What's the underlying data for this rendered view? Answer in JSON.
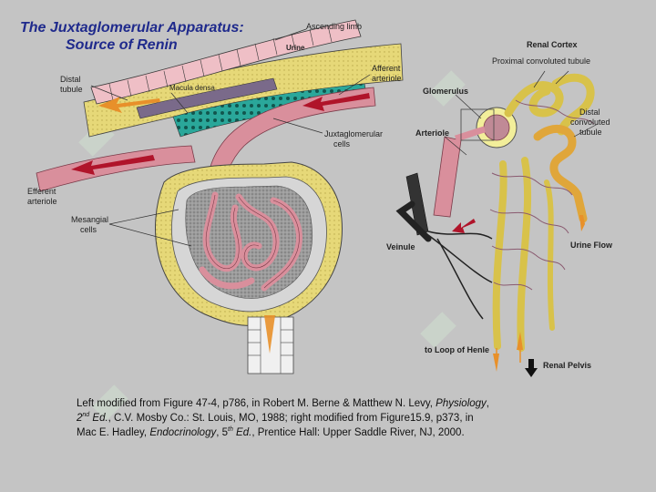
{
  "title": {
    "line1": "The Juxtaglomerular Apparatus:",
    "line2": "Source of Renin"
  },
  "left_labels": {
    "ascending_limb": "Ascending limb",
    "urine": "Urine",
    "distal_tubule_1": "Distal",
    "distal_tubule_2": "tubule",
    "macula_densa": "Macula densa",
    "afferent_1": "Afferent",
    "afferent_2": "arteriole",
    "jg_1": "Juxtaglomerular",
    "jg_2": "cells",
    "efferent_1": "Efferent",
    "efferent_2": "arteriole",
    "mesangial_1": "Mesangial",
    "mesangial_2": "cells"
  },
  "right_labels": {
    "renal_cortex": "Renal Cortex",
    "proximal": "Proximal convoluted tubule",
    "glomerulus": "Glomerulus",
    "arteriole": "Arteriole",
    "distal_1": "Distal",
    "distal_2": "convoluted",
    "distal_3": "tubule",
    "veinule": "Veinule",
    "urine_flow": "Urine Flow",
    "loop_of_henle": "to Loop of Henle",
    "renal_pelvis": "Renal Pelvis"
  },
  "caption": {
    "l1_a": "Left modified from Figure 47-4, p786, in Robert M. Berne & Matthew N. Levy, ",
    "l1_b": "Physiology",
    "l1_c": ",",
    "l2_a": "2",
    "l2_b": "nd",
    "l2_c": " Ed.",
    "l2_d": ", C.V. Mosby Co.: St. Louis, MO, 1988; right modified from Figure15.9, p373, in",
    "l3_a": "Mac E. Hadley, ",
    "l3_b": "Endocrinology",
    "l3_c": ", 5",
    "l3_d": "th",
    "l3_e": " Ed.",
    "l3_f": ", Prentice Hall: Upper Saddle River, NJ, 2000."
  },
  "colors": {
    "background": "#c4c4c4",
    "title": "#1f2a8c",
    "vessel_pink": "#d98f9c",
    "tubule_yellow": "#e9dc7a",
    "jg_teal": "#2aa79a",
    "arrow_red": "#b0142a",
    "arrow_orange": "#e8902a"
  }
}
